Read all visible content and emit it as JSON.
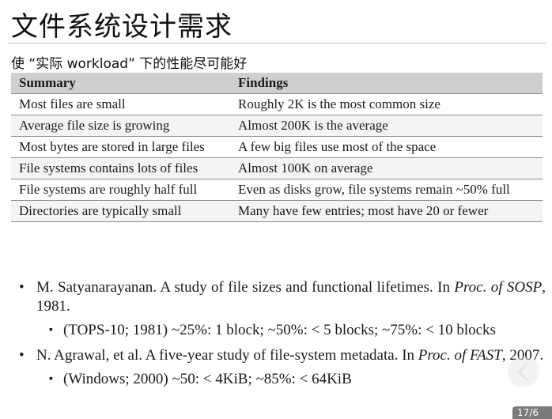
{
  "title": "文件系统设计需求",
  "subtitle": "使 “实际 workload” 下的性能尽可能好",
  "table": {
    "headers": [
      "Summary",
      "Findings"
    ],
    "rows": [
      [
        "Most files are small",
        "Roughly 2K is the most common size"
      ],
      [
        "Average file size is growing",
        "Almost 200K is the average"
      ],
      [
        "Most bytes are stored in large files",
        "A few big files use most of the space"
      ],
      [
        "File systems contains lots of files",
        "Almost 100K on average"
      ],
      [
        "File systems are roughly half full",
        "Even as disks grow, file systems remain ~50% full"
      ],
      [
        "Directories are typically small",
        "Many have few entries; most have 20 or fewer"
      ]
    ]
  },
  "references": [
    {
      "text_a": "M. Satyanarayanan. A study of file sizes and functional lifetimes. In ",
      "venue": "Proc. of SOSP",
      "text_b": ", 1981.",
      "note": "(TOPS-10; 1981) ~25%: 1 block; ~50%: < 5 blocks; ~75%: < 10 blocks"
    },
    {
      "text_a": "N. Agrawal, et al. A five-year study of file-system metadata. In ",
      "venue": "Proc. of FAST",
      "text_b": ", 2007.",
      "note": "(Windows; 2000) ~50: < 4KiB; ~85%: < 64KiB"
    }
  ],
  "nav": {
    "icon": "chevron-left-icon"
  },
  "page_badge": "17/6"
}
